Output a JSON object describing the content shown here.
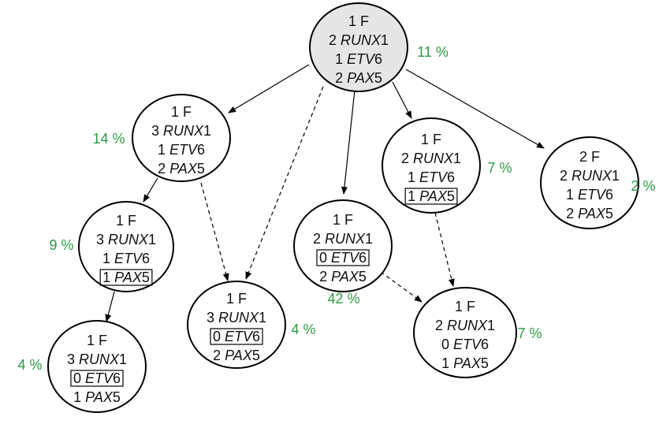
{
  "colors": {
    "root_fill": "#e6e6e6",
    "node_fill": "#ffffff",
    "percent": "#2e9a48",
    "stroke": "#000000"
  },
  "nodes": [
    {
      "id": "root",
      "lines": [
        {
          "n": "1",
          "g": "F"
        },
        {
          "n": "2",
          "g": "RUNX",
          "s": "1"
        },
        {
          "n": "1",
          "g": "ETV",
          "s": "6"
        },
        {
          "n": "2",
          "g": "PAX",
          "s": "5"
        }
      ],
      "boxed": [],
      "percent": "11 %"
    },
    {
      "id": "n2",
      "lines": [
        {
          "n": "1",
          "g": "F"
        },
        {
          "n": "3",
          "g": "RUNX",
          "s": "1"
        },
        {
          "n": "1",
          "g": "ETV",
          "s": "6"
        },
        {
          "n": "2",
          "g": "PAX",
          "s": "5"
        }
      ],
      "boxed": [],
      "percent": "14 %"
    },
    {
      "id": "n3",
      "lines": [
        {
          "n": "1",
          "g": "F"
        },
        {
          "n": "2",
          "g": "RUNX",
          "s": "1"
        },
        {
          "n": "1",
          "g": "ETV",
          "s": "6"
        },
        {
          "n": "1",
          "g": "PAX",
          "s": "5"
        }
      ],
      "boxed": [
        3
      ],
      "percent": "7 %"
    },
    {
      "id": "n4",
      "lines": [
        {
          "n": "2",
          "g": "F"
        },
        {
          "n": "2",
          "g": "RUNX",
          "s": "1"
        },
        {
          "n": "1",
          "g": "ETV",
          "s": "6"
        },
        {
          "n": "2",
          "g": "PAX",
          "s": "5"
        }
      ],
      "boxed": [],
      "percent": "2 %"
    },
    {
      "id": "n5",
      "lines": [
        {
          "n": "1",
          "g": "F"
        },
        {
          "n": "3",
          "g": "RUNX",
          "s": "1"
        },
        {
          "n": "1",
          "g": "ETV",
          "s": "6"
        },
        {
          "n": "1",
          "g": "PAX",
          "s": "5"
        }
      ],
      "boxed": [
        3
      ],
      "percent": "9 %"
    },
    {
      "id": "n6",
      "lines": [
        {
          "n": "1",
          "g": "F"
        },
        {
          "n": "2",
          "g": "RUNX",
          "s": "1"
        },
        {
          "n": "0",
          "g": "ETV",
          "s": "6"
        },
        {
          "n": "2",
          "g": "PAX",
          "s": "5"
        }
      ],
      "boxed": [
        2
      ],
      "percent": "42 %"
    },
    {
      "id": "n7",
      "lines": [
        {
          "n": "1",
          "g": "F"
        },
        {
          "n": "3",
          "g": "RUNX",
          "s": "1"
        },
        {
          "n": "0",
          "g": "ETV",
          "s": "6"
        },
        {
          "n": "2",
          "g": "PAX",
          "s": "5"
        }
      ],
      "boxed": [
        2
      ],
      "percent": "4 %"
    },
    {
      "id": "n8",
      "lines": [
        {
          "n": "1",
          "g": "F"
        },
        {
          "n": "2",
          "g": "RUNX",
          "s": "1"
        },
        {
          "n": "0",
          "g": "ETV",
          "s": "6"
        },
        {
          "n": "1",
          "g": "PAX",
          "s": "5"
        }
      ],
      "boxed": [],
      "percent": "7 %"
    },
    {
      "id": "n9",
      "lines": [
        {
          "n": "1",
          "g": "F"
        },
        {
          "n": "3",
          "g": "RUNX",
          "s": "1"
        },
        {
          "n": "0",
          "g": "ETV",
          "s": "6"
        },
        {
          "n": "1",
          "g": "PAX",
          "s": "5"
        }
      ],
      "boxed": [
        2
      ],
      "percent": "4 %"
    }
  ],
  "edges": [
    {
      "from": "root",
      "to": "n2",
      "style": "solid"
    },
    {
      "from": "root",
      "to": "n7",
      "style": "dashed"
    },
    {
      "from": "root",
      "to": "n6",
      "style": "solid"
    },
    {
      "from": "root",
      "to": "n3",
      "style": "solid"
    },
    {
      "from": "root",
      "to": "n4",
      "style": "solid"
    },
    {
      "from": "n2",
      "to": "n5",
      "style": "solid"
    },
    {
      "from": "n2",
      "to": "n7",
      "style": "dashed"
    },
    {
      "from": "n3",
      "to": "n8",
      "style": "dashed"
    },
    {
      "from": "n6",
      "to": "n8",
      "style": "dashed"
    },
    {
      "from": "n5",
      "to": "n9",
      "style": "solid"
    }
  ]
}
